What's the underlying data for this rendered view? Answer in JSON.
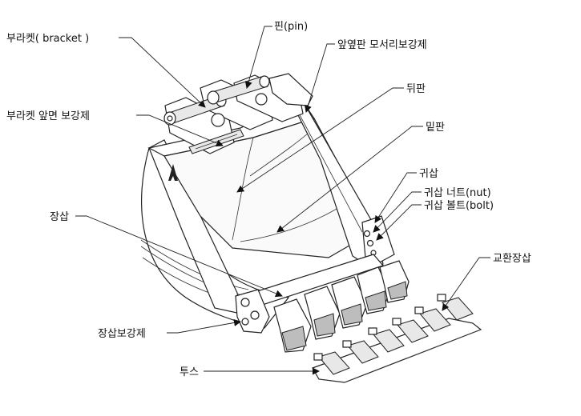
{
  "labels": {
    "pin": "핀(pin)",
    "bracket": "부라켓( bracket )",
    "side_edge_reinforcement": "앞옆판 모서리보강제",
    "back_plate": "뒤판",
    "bracket_front_reinforcement": "부라켓 앞면 보강제",
    "bottom_plate": "밑판",
    "side_cutter": "귀삽",
    "side_cutter_nut": "귀삽  너트(nut)",
    "side_cutter_bolt": "귀삽 볼트(bolt)",
    "cutting_edge": "장삽",
    "replaceable_edge": "교환장삽",
    "cutting_edge_reinforcement": "장삽보강제",
    "tooth": "투스"
  }
}
